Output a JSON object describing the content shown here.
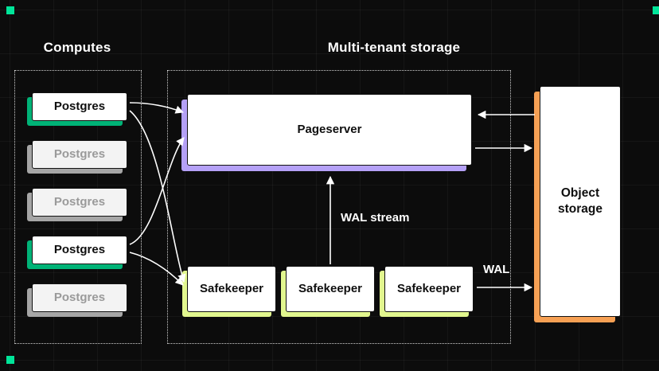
{
  "colors": {
    "background": "#0c0c0c",
    "accent_green": "#00e599",
    "shadow_green": "#00b377",
    "shadow_gray": "#a6a6a6",
    "shadow_purple": "#b5a1f7",
    "shadow_lime": "#e2f78f",
    "shadow_orange": "#f6a054",
    "idle_text": "#9a9a9a"
  },
  "computes": {
    "title": "Computes",
    "nodes": [
      {
        "label": "Postgres",
        "state": "active"
      },
      {
        "label": "Postgres",
        "state": "idle"
      },
      {
        "label": "Postgres",
        "state": "idle"
      },
      {
        "label": "Postgres",
        "state": "active"
      },
      {
        "label": "Postgres",
        "state": "idle"
      }
    ]
  },
  "storage": {
    "title": "Multi-tenant storage",
    "pageserver": {
      "label": "Pageserver"
    },
    "safekeepers": [
      {
        "label": "Safekeeper"
      },
      {
        "label": "Safekeeper"
      },
      {
        "label": "Safekeeper"
      }
    ],
    "labels": {
      "wal_stream": "WAL stream",
      "wal": "WAL"
    }
  },
  "object_storage": {
    "label": "Object storage"
  }
}
